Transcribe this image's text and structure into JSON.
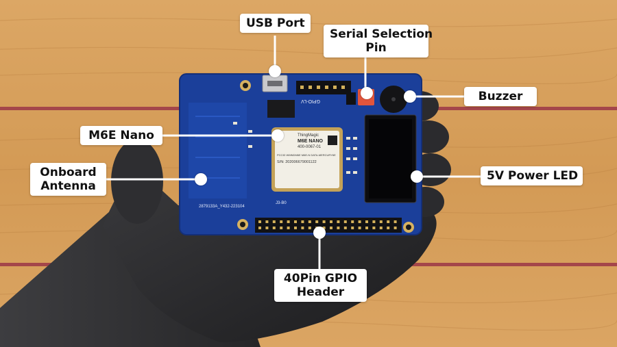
{
  "labels": {
    "usb_port": "USB Port",
    "serial_selection_line1": "Serial Selection",
    "serial_selection_line2": "Pin",
    "buzzer": "Buzzer",
    "m6e_nano": "M6E Nano",
    "onboard_antenna_line1": "Onboard",
    "onboard_antenna_line2": "Antenna",
    "power_led": "5V Power LED",
    "gpio_line1": "40Pin GPIO",
    "gpio_line2": "Header"
  },
  "module": {
    "brand": "ThingMagic",
    "name": "M6E NANO",
    "part": "400-0067-01",
    "desc": "PCCID WMNDM6E M6E-N DATA-MERCURY6E",
    "serial": "S/N: 202006679001122"
  },
  "board": {
    "silk_gpio": "GPIO-LV",
    "silk_id": "2879133A_Y432-223104",
    "silk_j3": "J3-B0"
  },
  "colors": {
    "wood": "#d9a15d",
    "wood_stripe": "#a4464a",
    "pcb": "#1b3f9a",
    "glove": "#2a2a2c",
    "label_bg": "#ffffff",
    "connector": "#ffffff"
  }
}
